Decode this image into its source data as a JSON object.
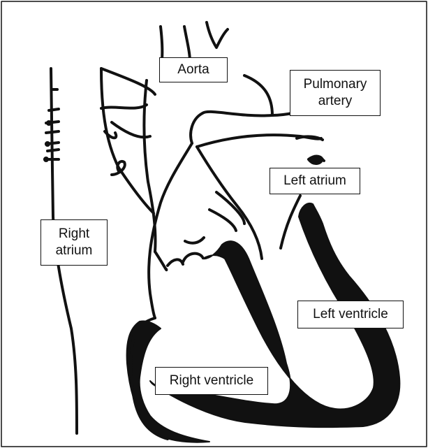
{
  "labels": {
    "aorta": "Aorta",
    "pulmonary_artery": [
      "Pulmonary",
      "artery"
    ],
    "left_atrium": "Left atrium",
    "right_atrium": [
      "Right",
      "atrium"
    ],
    "left_ventricle": "Left ventricle",
    "right_ventricle": "Right ventricle"
  },
  "colors": {
    "stroke": "#111111",
    "fill": "#111111",
    "background": "#ffffff"
  }
}
